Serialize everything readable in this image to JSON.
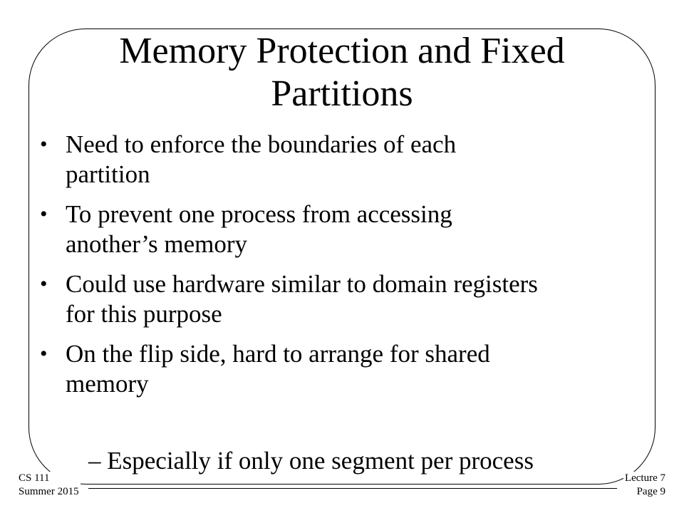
{
  "slide": {
    "title_line1": "Memory Protection and Fixed",
    "title_line2": "Partitions",
    "bullets": [
      {
        "line1": "Need to enforce the boundaries of each",
        "line2": "partition"
      },
      {
        "line1": "To prevent one process from accessing",
        "line2": "another’s memory"
      },
      {
        "line1": "Could use hardware similar to domain registers",
        "line2": "for this purpose"
      },
      {
        "line1": "On the flip side, hard to arrange for shared",
        "line2": "memory"
      }
    ],
    "sub_bullet_marker": "–",
    "sub_bullet": "Especially if only one segment per process"
  },
  "footer": {
    "course": "CS 111",
    "term": "Summer 2015",
    "lecture": "Lecture 7",
    "page": "Page 9"
  }
}
